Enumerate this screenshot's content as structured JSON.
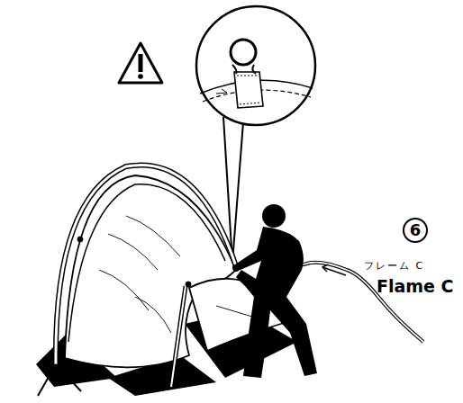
{
  "diagram": {
    "nodes": [
      {
        "text": [
          "6"
        ]
      }
    ],
    "labels": [
      "フレーム C",
      "Flame C"
    ]
  }
}
